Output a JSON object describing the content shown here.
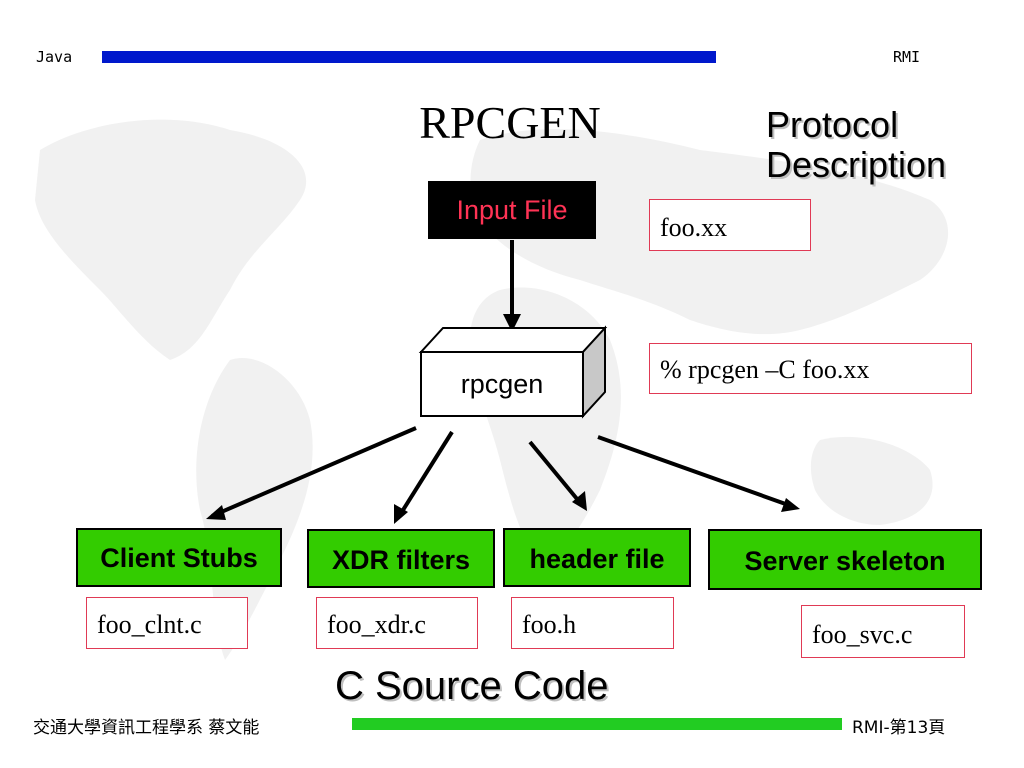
{
  "header": {
    "left": "Java",
    "right": "RMI"
  },
  "title": "RPCGEN",
  "protocol_description": [
    "Protocol",
    "Description"
  ],
  "input_file": "Input File",
  "input_filename": "foo.xx",
  "rpcgen_label": "rpcgen",
  "command": "% rpcgen –C foo.xx",
  "outputs": [
    {
      "label": "Client Stubs",
      "file": "foo_clnt.c"
    },
    {
      "label": "XDR filters",
      "file": "foo_xdr.c"
    },
    {
      "label": "header file",
      "file": "foo.h"
    },
    {
      "label": "Server skeleton",
      "file": "foo_svc.c"
    }
  ],
  "caption": "C Source Code",
  "footer": {
    "left": "交通大學資訊工程學系 蔡文能",
    "right": "RMI-第13頁"
  },
  "colors": {
    "header_bar": "#0018cc",
    "footer_bar": "#22cc22",
    "box_green": "#33cc00",
    "input_text": "#ff3355",
    "file_border": "#e03a55"
  }
}
